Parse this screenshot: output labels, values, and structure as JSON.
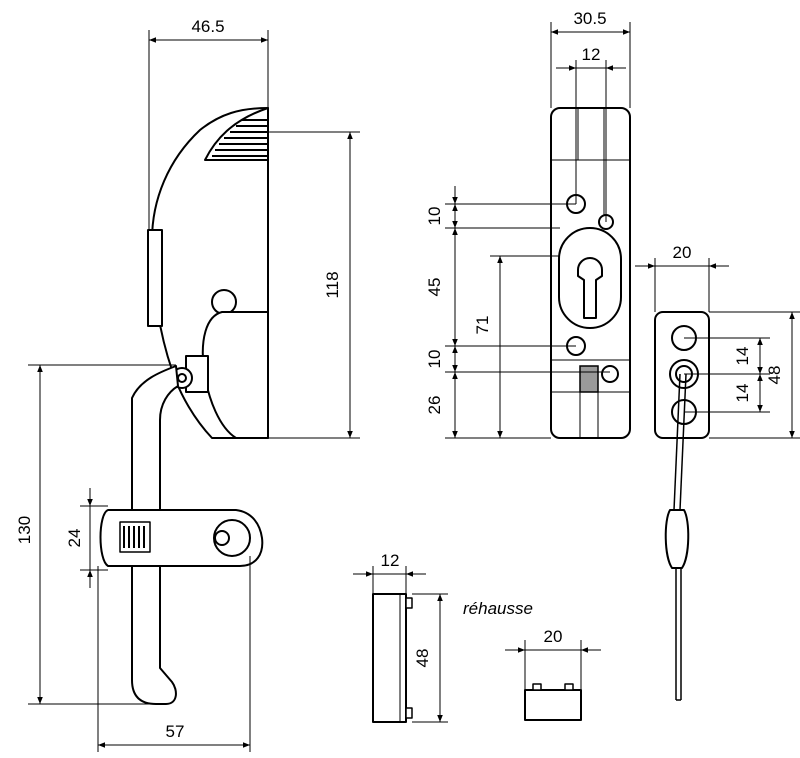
{
  "dimensions": {
    "width_46_5": "46.5",
    "height_118": "118",
    "height_130": "130",
    "height_24": "24",
    "width_57": "57",
    "width_30_5": "30.5",
    "width_12_top": "12",
    "height_10_a": "10",
    "height_45": "45",
    "height_71": "71",
    "height_10_b": "10",
    "height_26": "26",
    "width_20_plate": "20",
    "height_14_a": "14",
    "height_14_b": "14",
    "height_48_plate": "48",
    "width_12_block": "12",
    "height_48_block": "48",
    "width_20_rehausse": "20"
  },
  "labels": {
    "rehausse": "réhausse"
  }
}
